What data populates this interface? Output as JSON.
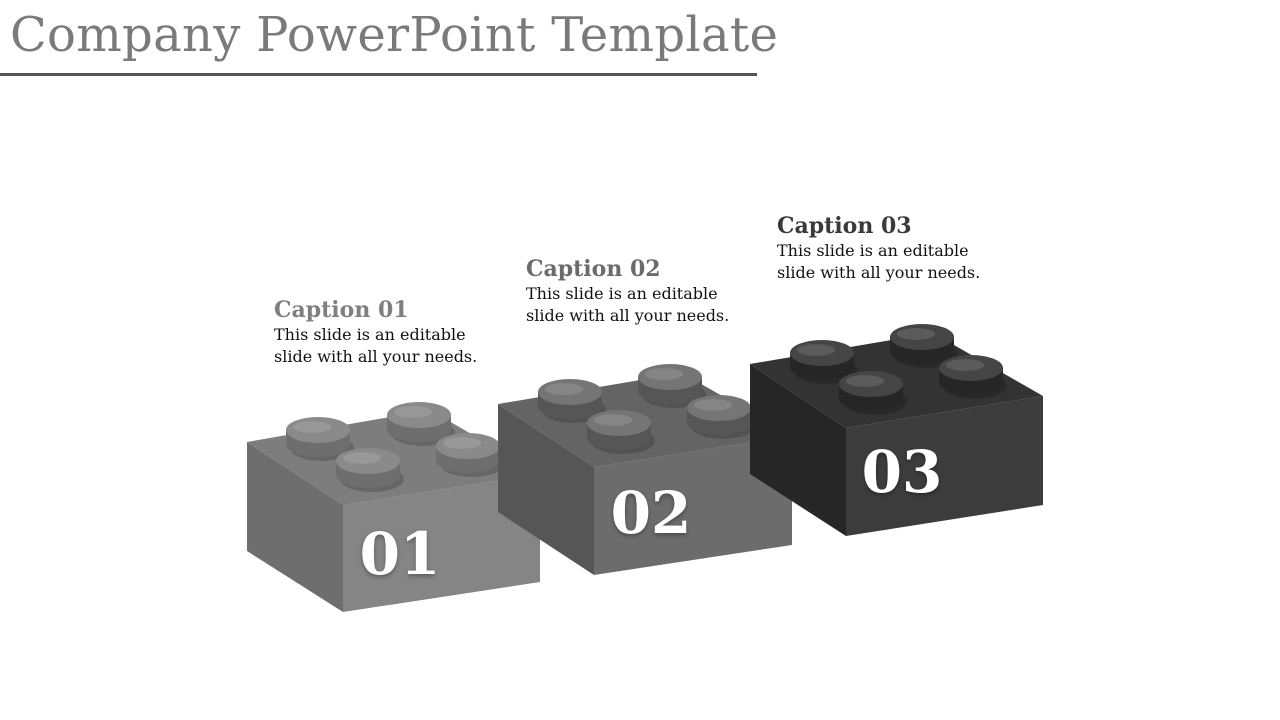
{
  "slide": {
    "title": "Company PowerPoint Template"
  },
  "blocks": [
    {
      "number": "01",
      "caption": "Caption 01",
      "text": "This slide is an editable slide with all your needs.",
      "front": "#858585",
      "side": "#6e6e6e",
      "top": "#7d7d7d",
      "stud": "#8a8a8a"
    },
    {
      "number": "02",
      "caption": "Caption 02",
      "text": "This slide is an editable slide with all your needs.",
      "front": "#6c6c6c",
      "side": "#565656",
      "top": "#646464",
      "stud": "#757575"
    },
    {
      "number": "03",
      "caption": "Caption 03",
      "text": "This slide is an editable slide with all your needs.",
      "front": "#3c3c3c",
      "side": "#262626",
      "top": "#333333",
      "stud": "#454545"
    }
  ]
}
